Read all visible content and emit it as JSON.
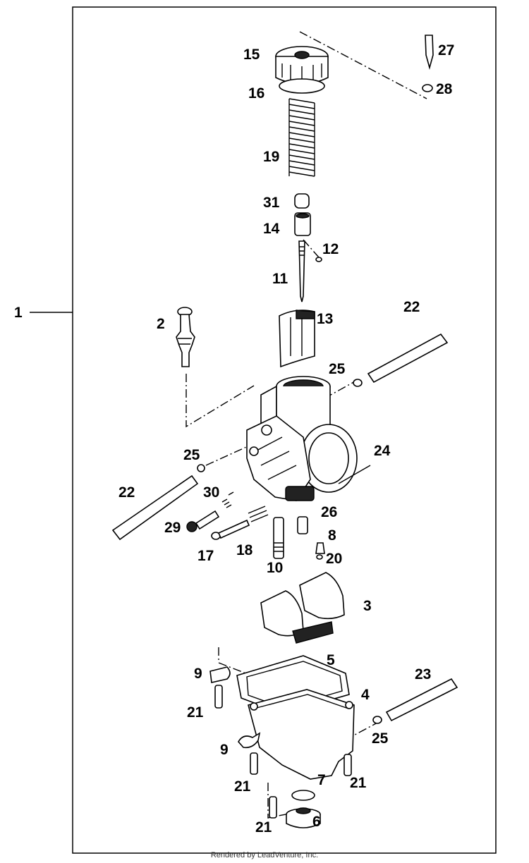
{
  "diagram": {
    "assembly_label": "1",
    "callouts": [
      "2",
      "3",
      "4",
      "5",
      "6",
      "7",
      "8",
      "9",
      "9",
      "10",
      "11",
      "12",
      "13",
      "14",
      "15",
      "16",
      "17",
      "18",
      "19",
      "20",
      "21",
      "21",
      "21",
      "21",
      "22",
      "22",
      "23",
      "24",
      "25",
      "25",
      "25",
      "26",
      "27",
      "28",
      "29",
      "30",
      "31"
    ]
  },
  "footer": {
    "credit": "Rendered by LeadVenture, Inc."
  }
}
